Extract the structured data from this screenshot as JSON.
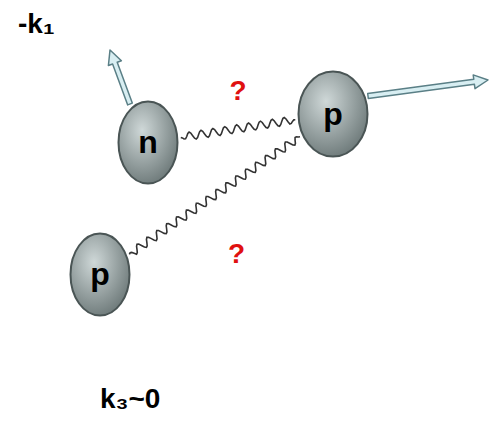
{
  "diagram": {
    "nodes": [
      {
        "text": [
          "n"
        ]
      },
      {
        "text": [
          "p"
        ]
      },
      {
        "text": [
          "p"
        ]
      }
    ],
    "edges": [
      {
        "from": 0,
        "to": 1,
        "arrow": "none",
        "label": "?"
      },
      {
        "from": 1,
        "to": 2,
        "arrow": "none",
        "label": "?"
      }
    ],
    "labels": [
      "-k₁",
      "k₃~0"
    ]
  }
}
